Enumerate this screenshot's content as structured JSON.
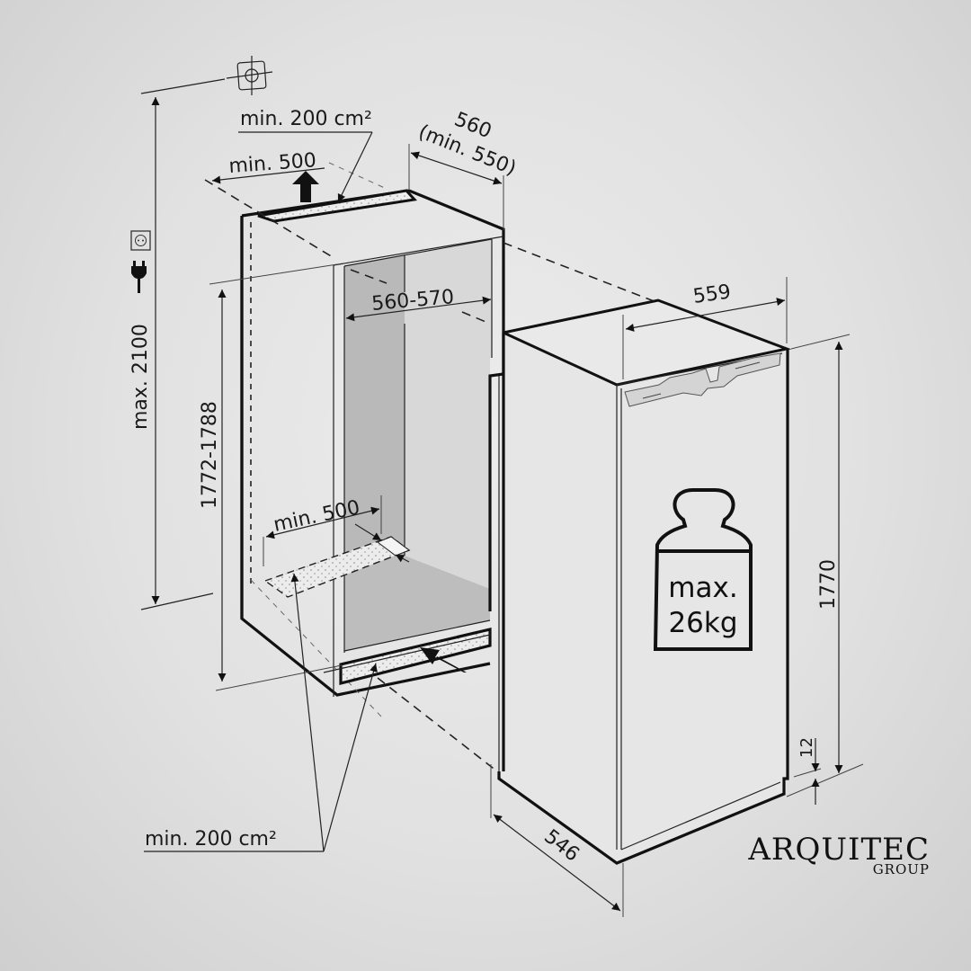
{
  "diagram": {
    "title": "Built-in refrigerator installation dimensions",
    "units": "mm",
    "labels": {
      "top_vent_area": "min. 200 cm²",
      "top_vent_depth": "min. 500",
      "niche_depth": "560",
      "niche_depth_min": "(min. 550)",
      "niche_width": "560-570",
      "niche_height": "1772-1788",
      "max_height": "max. 2100",
      "bottom_vent_depth": "min. 500",
      "bottom_vent_area": "min. 200 cm²",
      "appliance_width": "559",
      "appliance_height": "1770",
      "appliance_depth": "546",
      "plinth_offset": "12",
      "door_weight_line1": "max.",
      "door_weight_line2": "26kg"
    },
    "icons": [
      "ceiling-crosshair-icon",
      "power-socket-icon",
      "power-plug-icon",
      "airflow-arrow-icon",
      "weight-icon"
    ]
  },
  "brand": {
    "name": "ARQUITEC",
    "sub": "GROUP"
  }
}
